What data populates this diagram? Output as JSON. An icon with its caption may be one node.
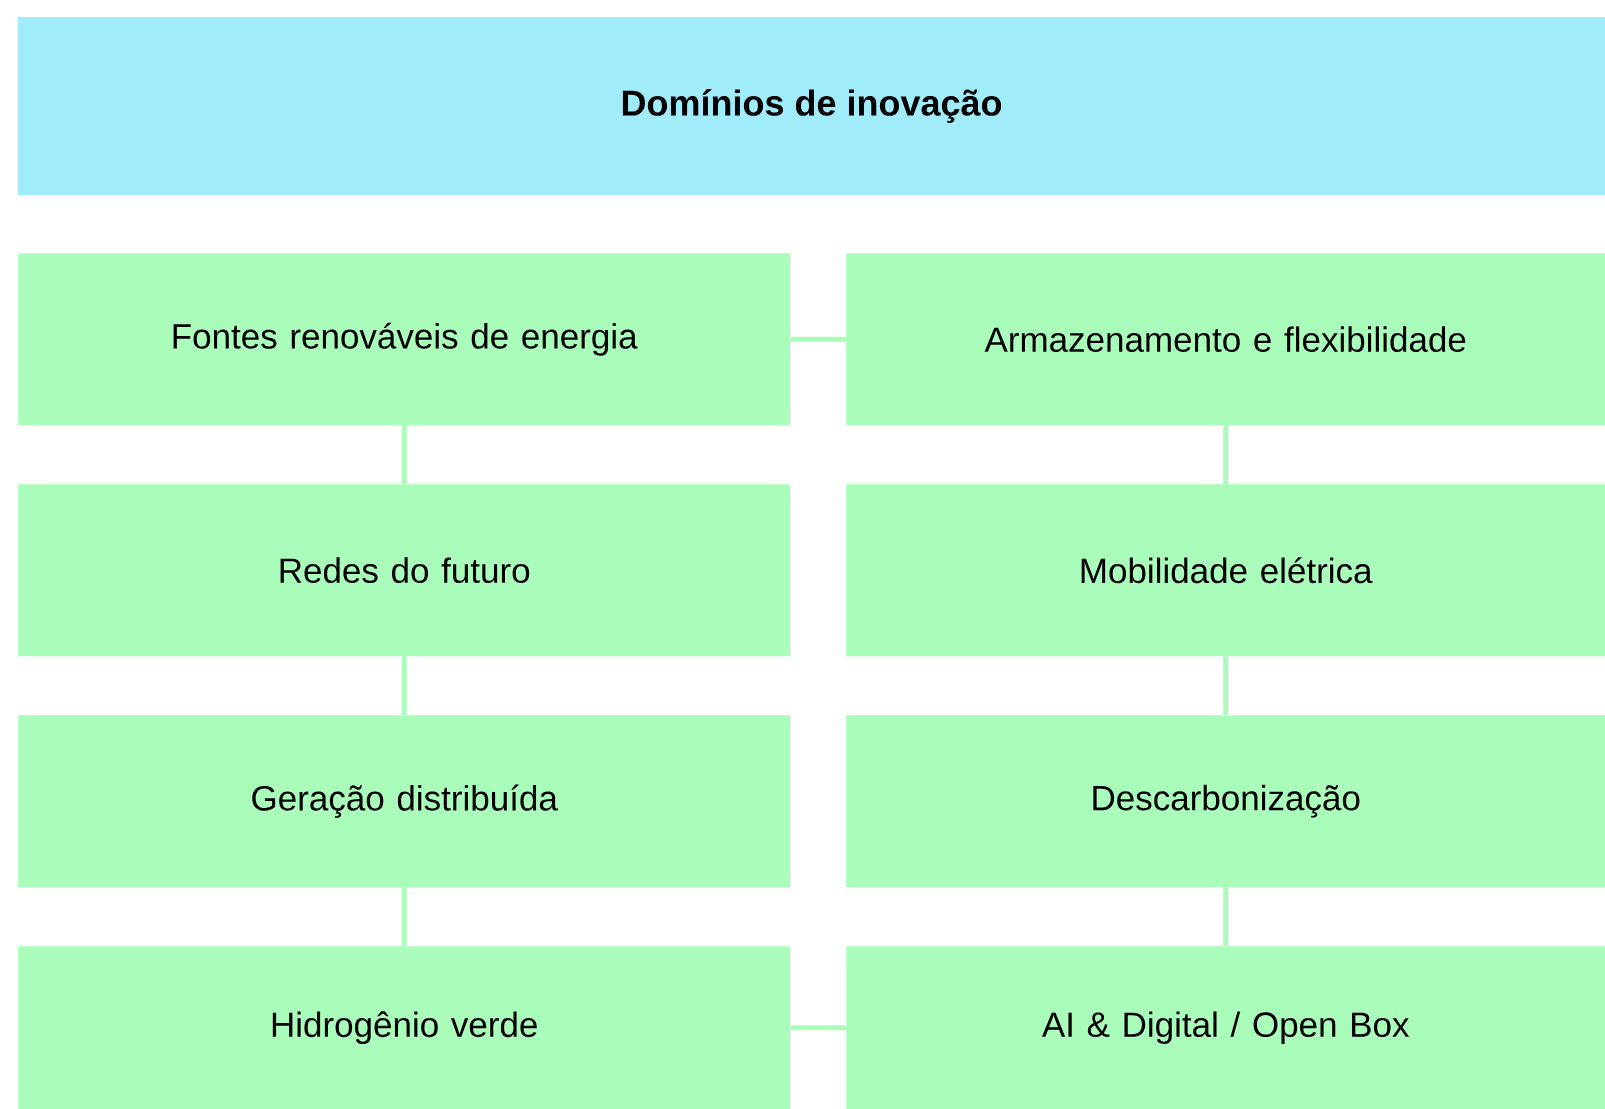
{
  "diagram": {
    "title": "Domínios de inovação",
    "nodes": [
      {
        "text": [
          "Fontes renováveis de energia"
        ]
      },
      {
        "text": [
          "Armazenamento e flexibilidade"
        ]
      },
      {
        "text": [
          "Redes do futuro"
        ]
      },
      {
        "text": [
          "Mobilidade elétrica"
        ]
      },
      {
        "text": [
          "Geração distribuída"
        ]
      },
      {
        "text": [
          "Descarbonização"
        ]
      },
      {
        "text": [
          "Hidrogênio verde"
        ]
      },
      {
        "text": [
          "AI & Digital / Open Box"
        ]
      }
    ],
    "edges": [
      {
        "from": 0,
        "to": 1,
        "arrow": "none"
      },
      {
        "from": 0,
        "to": 2,
        "arrow": "none"
      },
      {
        "from": 2,
        "to": 4,
        "arrow": "none"
      },
      {
        "from": 4,
        "to": 6,
        "arrow": "none"
      },
      {
        "from": 6,
        "to": 7,
        "arrow": "none"
      },
      {
        "from": 1,
        "to": 3,
        "arrow": "none"
      },
      {
        "from": 3,
        "to": 5,
        "arrow": "none"
      },
      {
        "from": 5,
        "to": 7,
        "arrow": "none"
      }
    ]
  }
}
